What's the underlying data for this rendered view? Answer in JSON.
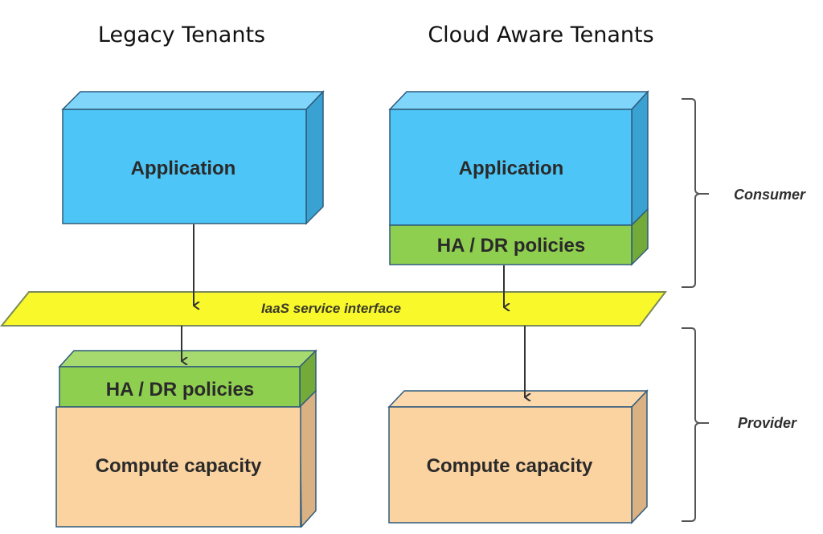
{
  "columns": [
    {
      "title": "Legacy Tenants"
    },
    {
      "title": "Cloud Aware Tenants"
    }
  ],
  "legacy": {
    "application_label": "Application",
    "policies_label": "HA / DR policies",
    "compute_label": "Compute capacity"
  },
  "cloud_aware": {
    "application_label": "Application",
    "policies_label": "HA / DR policies",
    "compute_label": "Compute capacity"
  },
  "interface": {
    "label": "IaaS service interface"
  },
  "braces": [
    {
      "label": "Consumer"
    },
    {
      "label": "Provider"
    }
  ],
  "colors": {
    "application_front": "#4dc6f7",
    "application_top": "#7fd6fa",
    "application_side": "#39a2d2",
    "policies_front": "#8fcf4f",
    "policies_top": "#a6da6f",
    "policies_side": "#73aa3a",
    "compute_front": "#fbd3a0",
    "compute_top": "#fbd9ad",
    "compute_side": "#d9b183",
    "interface_fill": "#f8f82a",
    "edge": "#2f5b7c",
    "arrow": "#333333",
    "brace": "#555555"
  }
}
